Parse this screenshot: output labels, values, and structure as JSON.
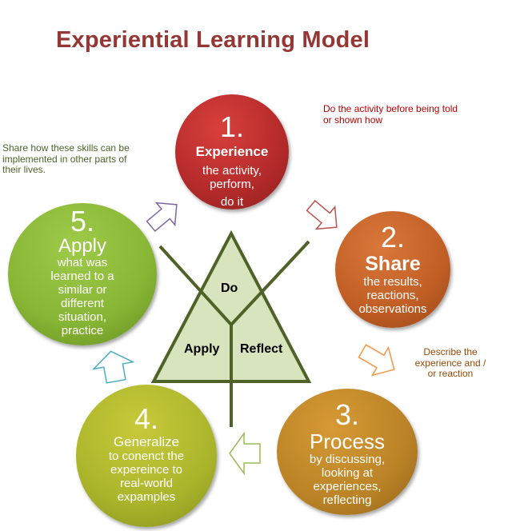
{
  "title": "Experiential Learning Model",
  "notes": {
    "experience": "Do the activity before being told or shown how",
    "apply": "Share how these skills can be implemented in other parts of their lives.",
    "share": "Describe the experience and / or reaction"
  },
  "steps": [
    {
      "number": "1.",
      "heading": "Experience",
      "lines": [
        "the activity,",
        "perform,",
        "do it"
      ],
      "color": "#c0302f"
    },
    {
      "number": "2.",
      "heading": "Share",
      "lines": [
        "the results,",
        "reactions,",
        "observations"
      ],
      "color": "#c65f26"
    },
    {
      "number": "3.",
      "heading": "Process",
      "lines": [
        "by discussing,",
        "looking at",
        "experiences,",
        "reflecting"
      ],
      "color": "#c08a28"
    },
    {
      "number": "4.",
      "heading": "Generalize",
      "lines": [
        "to conenct the",
        "expereince to",
        "real-world",
        "expamples"
      ],
      "color": "#a9b82c"
    },
    {
      "number": "5.",
      "heading": "Apply",
      "lines": [
        "what was",
        "learned to a",
        "similar or",
        "different",
        "situation,",
        "practice"
      ],
      "color": "#8db83a"
    }
  ],
  "triangle": {
    "top": "Do",
    "left": "Apply",
    "right": "Reflect"
  }
}
